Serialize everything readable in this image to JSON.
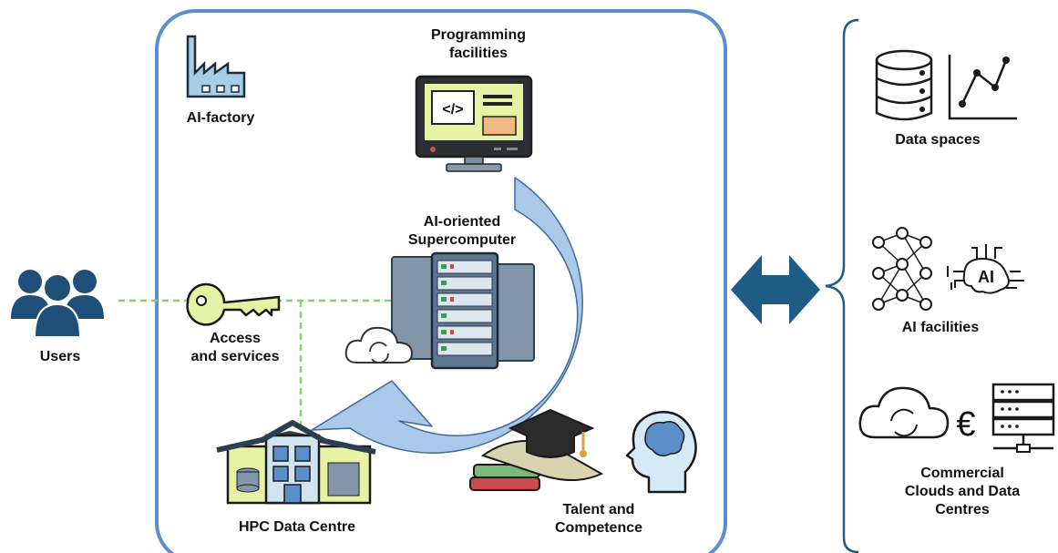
{
  "labels": {
    "ai_factory": "AI-factory",
    "programming_facilities": "Programming\nfacilities",
    "ai_supercomputer": "AI-oriented\nSupercomputer",
    "users": "Users",
    "access_services": "Access\nand services",
    "hpc_data_centre": "HPC Data Centre",
    "talent_competence": "Talent and\nCompetence",
    "data_spaces": "Data spaces",
    "ai_facilities": "AI facilities",
    "commercial_clouds": "Commercial\nClouds and Data\nCentres",
    "ai_chip_text": "AI",
    "euro_symbol": "€",
    "code_symbol": "</>"
  },
  "colors": {
    "frame": "#5b8fc9",
    "cycle": "#a9c8ea",
    "dark_blue": "#1f4f79",
    "arrow": "#1f5c85",
    "key": "#e3f2a3",
    "dashed_line": "#8fcf6a"
  },
  "icons": [
    "factory-icon",
    "computer-monitor-icon",
    "server-rack-icon",
    "cloud-sync-icon",
    "users-icon",
    "key-icon",
    "building-icon",
    "graduation-cap-icon",
    "brain-head-icon",
    "database-icon",
    "line-chart-icon",
    "neural-network-icon",
    "ai-chip-icon",
    "euro-icon",
    "server-network-icon",
    "double-arrow-icon"
  ]
}
